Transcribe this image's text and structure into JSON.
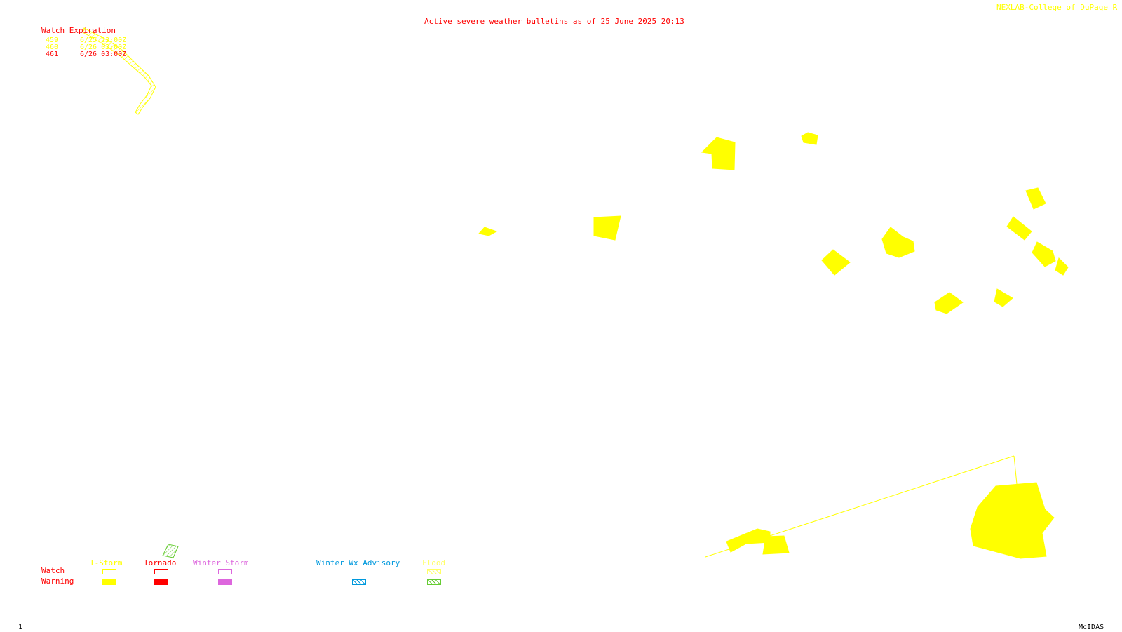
{
  "header": {
    "title": "Active severe weather bulletins as of 25 June 2025 20:13",
    "source": "NEXLAB-College of DuPage R"
  },
  "watch_table": {
    "heading": "Watch Expiration",
    "rows": [
      {
        "id": "459",
        "expires": "6/25 23:00Z",
        "color": "#ffff00"
      },
      {
        "id": "460",
        "expires": "6/26 03:00Z",
        "color": "#ffff00"
      },
      {
        "id": "461",
        "expires": "6/26 03:00Z",
        "color": "#ff0000"
      }
    ]
  },
  "legend": {
    "row_labels": {
      "watch": "Watch",
      "warning": "Warning"
    },
    "categories": [
      {
        "key": "tstorm",
        "label": "T-Storm",
        "color": "#ffff00",
        "watch_style": "outline",
        "warning_style": "solid"
      },
      {
        "key": "tornado",
        "label": "Tornado",
        "color": "#ff0000",
        "watch_style": "outline",
        "warning_style": "solid"
      },
      {
        "key": "winter_storm",
        "label": "Winter Storm",
        "color": "#dd66dd",
        "watch_style": "outline",
        "warning_style": "solid"
      },
      {
        "key": "winter_wx_advisory",
        "label": "Winter Wx Advisory",
        "color": "#0099dd",
        "watch_style": "none",
        "warning_style": "hatched"
      },
      {
        "key": "flood",
        "label": "Flood",
        "color": "#ffff66",
        "watch_style": "hatched",
        "warning_style": "hatched",
        "warning_color": "#66cc33"
      }
    ]
  },
  "footer": {
    "frame_number": "1",
    "software": "McIDAS"
  },
  "map_colors": {
    "tstorm_warning": "#ffff00",
    "watch_outline": "#ffff00",
    "flood_warning": "#66cc33"
  }
}
